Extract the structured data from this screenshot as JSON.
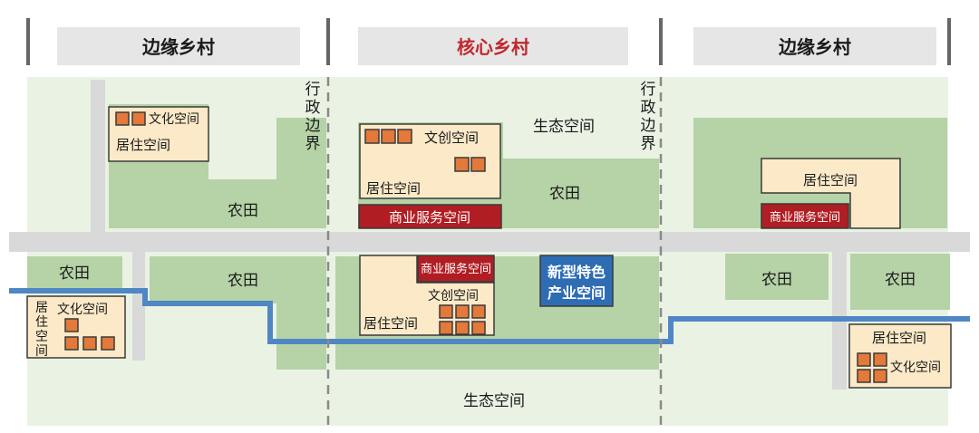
{
  "headers": {
    "left": "边缘乡村",
    "center": "核心乡村",
    "right": "边缘乡村"
  },
  "boundary_label": [
    "行",
    "政",
    "边",
    "界"
  ],
  "labels": {
    "farmland": "农田",
    "eco_space": "生态空间",
    "residential": "居住空间",
    "cultural": "文化空间",
    "creative": "文创空间",
    "commercial": "商业服务空间",
    "new_industry_line1": "新型特色",
    "new_industry_line2": "产业空间",
    "residential_vertical": [
      "居",
      "住",
      "空",
      "间"
    ]
  },
  "colors": {
    "header_bg": "#e6e6e6",
    "core_title": "#c0272d",
    "ecology_bg": "#eaf2e4",
    "farmland": "#b5d3a6",
    "road": "#d9d9d9",
    "building": "#fbe9c8",
    "building_unit": "#e3793a",
    "commercial": "#b01e23",
    "industry": "#2e6db4",
    "river": "#4f87c5",
    "boundary": "#8a8a8a"
  }
}
